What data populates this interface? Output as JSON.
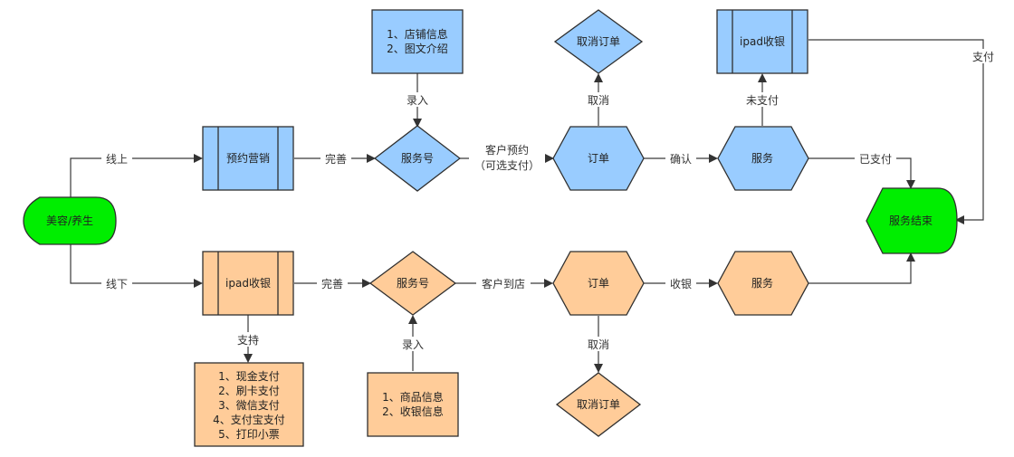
{
  "colors": {
    "blue": "#99ccff",
    "orange": "#ffcc99",
    "green": "#00ee00",
    "line": "#333333"
  },
  "nodes": {
    "start": "美容/养生",
    "online_marketing": "预约营销",
    "online_service_no": "服务号",
    "online_info": [
      "1、店铺信息",
      "2、图文介绍"
    ],
    "online_order": "订单",
    "online_cancel": "取消订单",
    "online_service": "服务",
    "online_ipad": "ipad收银",
    "end": "服务结束",
    "offline_ipad": "ipad收银",
    "offline_support_list": [
      "1、现金支付",
      "2、刷卡支付",
      "3、微信支付",
      "4、支付宝支付",
      "5、打印小票"
    ],
    "offline_service_no": "服务号",
    "offline_info": [
      "1、商品信息",
      "2、收银信息"
    ],
    "offline_order": "订单",
    "offline_cancel": "取消订单",
    "offline_service": "服务"
  },
  "edges": {
    "online": "线上",
    "offline": "线下",
    "complete_top": "完善",
    "entry_top": "录入",
    "customer_reserve": [
      "客户预约",
      "（可选支付）"
    ],
    "cancel_top": "取消",
    "confirm": "确认",
    "unpaid": "未支付",
    "paid": "已支付",
    "pay": "支付",
    "complete_bottom": "完善",
    "support": "支持",
    "entry_bottom": "录入",
    "customer_arrive": "客户到店",
    "cashier": "收银",
    "cancel_bottom": "取消"
  }
}
